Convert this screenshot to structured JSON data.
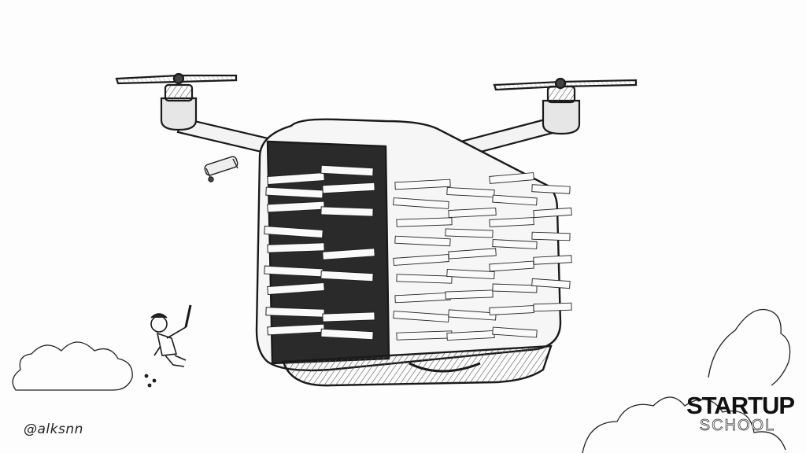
{
  "signature": {
    "text": "@alksnn"
  },
  "brand": {
    "line1": "STARTUP",
    "line2": "SCHOOL"
  },
  "illustration": {
    "palette": {
      "ink": "#1a1a1a",
      "paper": "#fdfdfd",
      "shade": "#cfcfcf"
    }
  }
}
